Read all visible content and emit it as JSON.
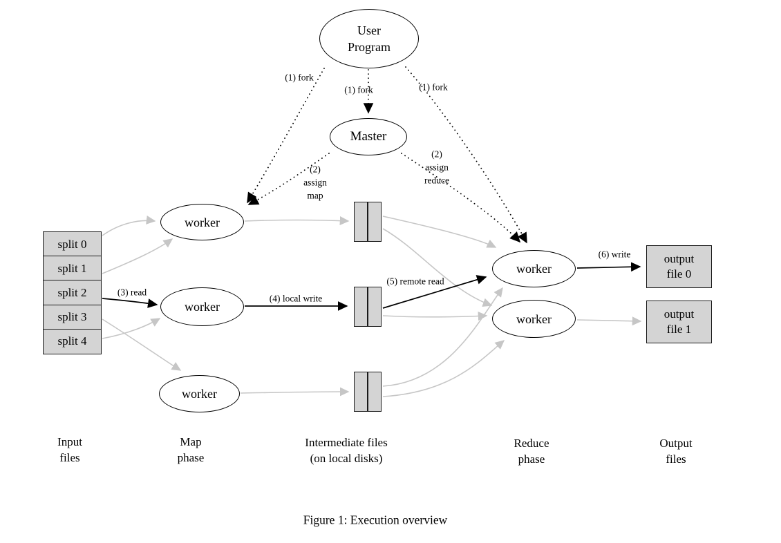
{
  "diagram": {
    "caption": "Figure 1: Execution overview",
    "colors": {
      "node_fill": "#ffffff",
      "file_box_fill": "#d4d4d4",
      "edge_gray": "#c6c6c6",
      "edge_black": "#000000"
    },
    "nodes": {
      "user_program": {
        "line1": "User",
        "line2": "Program"
      },
      "master": {
        "label": "Master"
      },
      "map_workers": [
        {
          "label": "worker"
        },
        {
          "label": "worker"
        },
        {
          "label": "worker"
        }
      ],
      "reduce_workers": [
        {
          "label": "worker"
        },
        {
          "label": "worker"
        }
      ],
      "splits": [
        {
          "label": "split 0"
        },
        {
          "label": "split 1"
        },
        {
          "label": "split 2"
        },
        {
          "label": "split 3"
        },
        {
          "label": "split 4"
        }
      ],
      "output_files": [
        {
          "line1": "output",
          "line2": "file 0"
        },
        {
          "line1": "output",
          "line2": "file 1"
        }
      ]
    },
    "edge_labels": {
      "fork_left": "(1) fork",
      "fork_center": "(1) fork",
      "fork_right": "(1) fork",
      "assign_map": {
        "line1": "(2)",
        "line2": "assign",
        "line3": "map"
      },
      "assign_reduce": {
        "line1": "(2)",
        "line2": "assign",
        "line3": "reduce"
      },
      "read": "(3) read",
      "local_write": "(4) local write",
      "remote_read": "(5) remote read",
      "write": "(6) write"
    },
    "phase_labels": {
      "input": {
        "line1": "Input",
        "line2": "files"
      },
      "map": {
        "line1": "Map",
        "line2": "phase"
      },
      "intermediate": {
        "line1": "Intermediate files",
        "line2": "(on local disks)"
      },
      "reduce": {
        "line1": "Reduce",
        "line2": "phase"
      },
      "output": {
        "line1": "Output",
        "line2": "files"
      }
    }
  }
}
